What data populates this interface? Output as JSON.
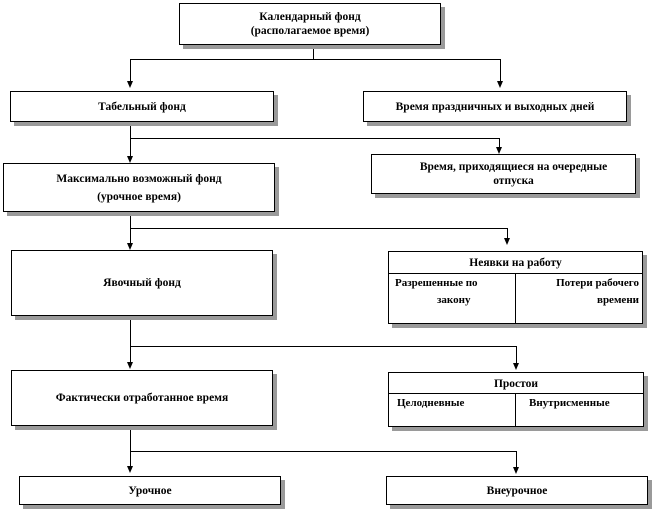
{
  "nodes": {
    "calendar_fund": {
      "title": "Календарный фонд",
      "subtitle": "(располагаемое время)"
    },
    "tabular_fund": {
      "title": "Табельный фонд"
    },
    "holidays": {
      "title": "Время праздничных  и выходных  дней"
    },
    "max_fund": {
      "title": "Максимально возможный фонд",
      "subtitle": "(урочное время)"
    },
    "vacations": {
      "title": "Время, приходящиеся  на очередные",
      "subtitle": "отпуска"
    },
    "attendance_fund": {
      "title": "Явочный фонд"
    },
    "absences": {
      "title": "Неявки на работу",
      "left": {
        "line1": "Разрешенные по",
        "line2": "закону"
      },
      "right": {
        "line1": "Потери рабочего",
        "line2": "времени"
      }
    },
    "actual_time": {
      "title": "Фактически отработанное время"
    },
    "downtime": {
      "title": "Простои",
      "left": "Целодневные",
      "right": "Внутрисменные"
    },
    "regular": {
      "title": "Урочное"
    },
    "overtime": {
      "title": "Внеурочное"
    }
  }
}
